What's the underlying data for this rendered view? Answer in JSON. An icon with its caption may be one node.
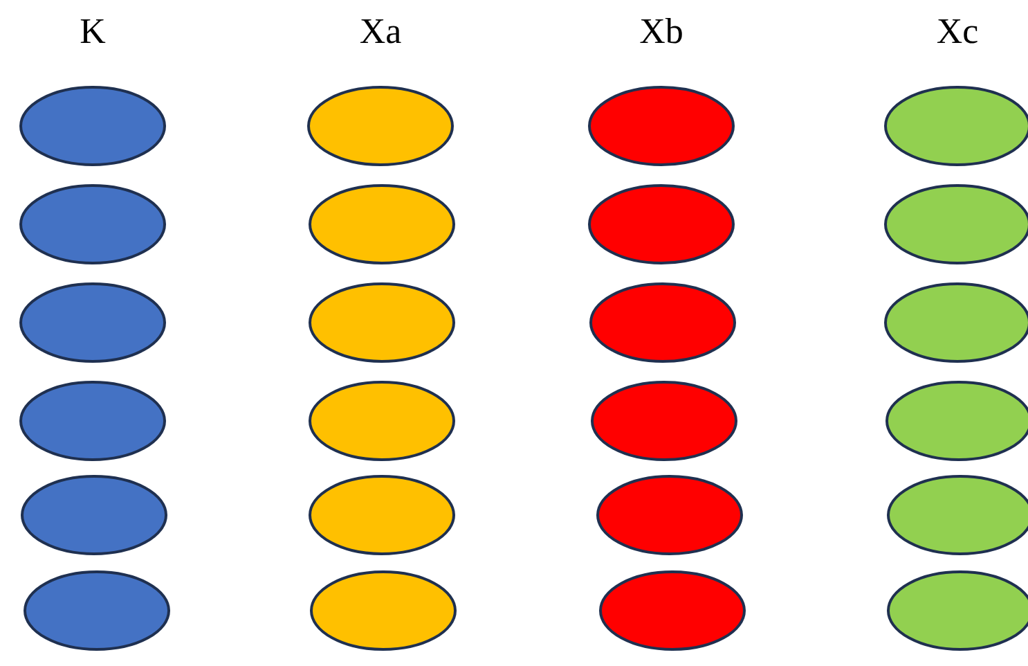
{
  "diagram": {
    "nodes": [
      {
        "text": [],
        "shape": "ellipse"
      },
      {
        "text": [],
        "shape": "ellipse"
      },
      {
        "text": [],
        "shape": "ellipse"
      },
      {
        "text": [],
        "shape": "ellipse"
      },
      {
        "text": [],
        "shape": "ellipse"
      },
      {
        "text": [],
        "shape": "ellipse"
      },
      {
        "text": [],
        "shape": "ellipse"
      },
      {
        "text": [],
        "shape": "ellipse"
      },
      {
        "text": [],
        "shape": "ellipse"
      },
      {
        "text": [],
        "shape": "ellipse"
      },
      {
        "text": [],
        "shape": "ellipse"
      },
      {
        "text": [],
        "shape": "ellipse"
      },
      {
        "text": [],
        "shape": "ellipse"
      },
      {
        "text": [],
        "shape": "ellipse"
      },
      {
        "text": [],
        "shape": "ellipse"
      },
      {
        "text": [],
        "shape": "ellipse"
      },
      {
        "text": [],
        "shape": "ellipse"
      },
      {
        "text": [],
        "shape": "ellipse"
      },
      {
        "text": [],
        "shape": "ellipse"
      },
      {
        "text": [],
        "shape": "ellipse"
      },
      {
        "text": [],
        "shape": "ellipse"
      },
      {
        "text": [],
        "shape": "ellipse"
      },
      {
        "text": [],
        "shape": "ellipse"
      },
      {
        "text": [],
        "shape": "ellipse"
      }
    ],
    "labels": [
      "K",
      "Xa",
      "Xb",
      "Xc"
    ]
  }
}
